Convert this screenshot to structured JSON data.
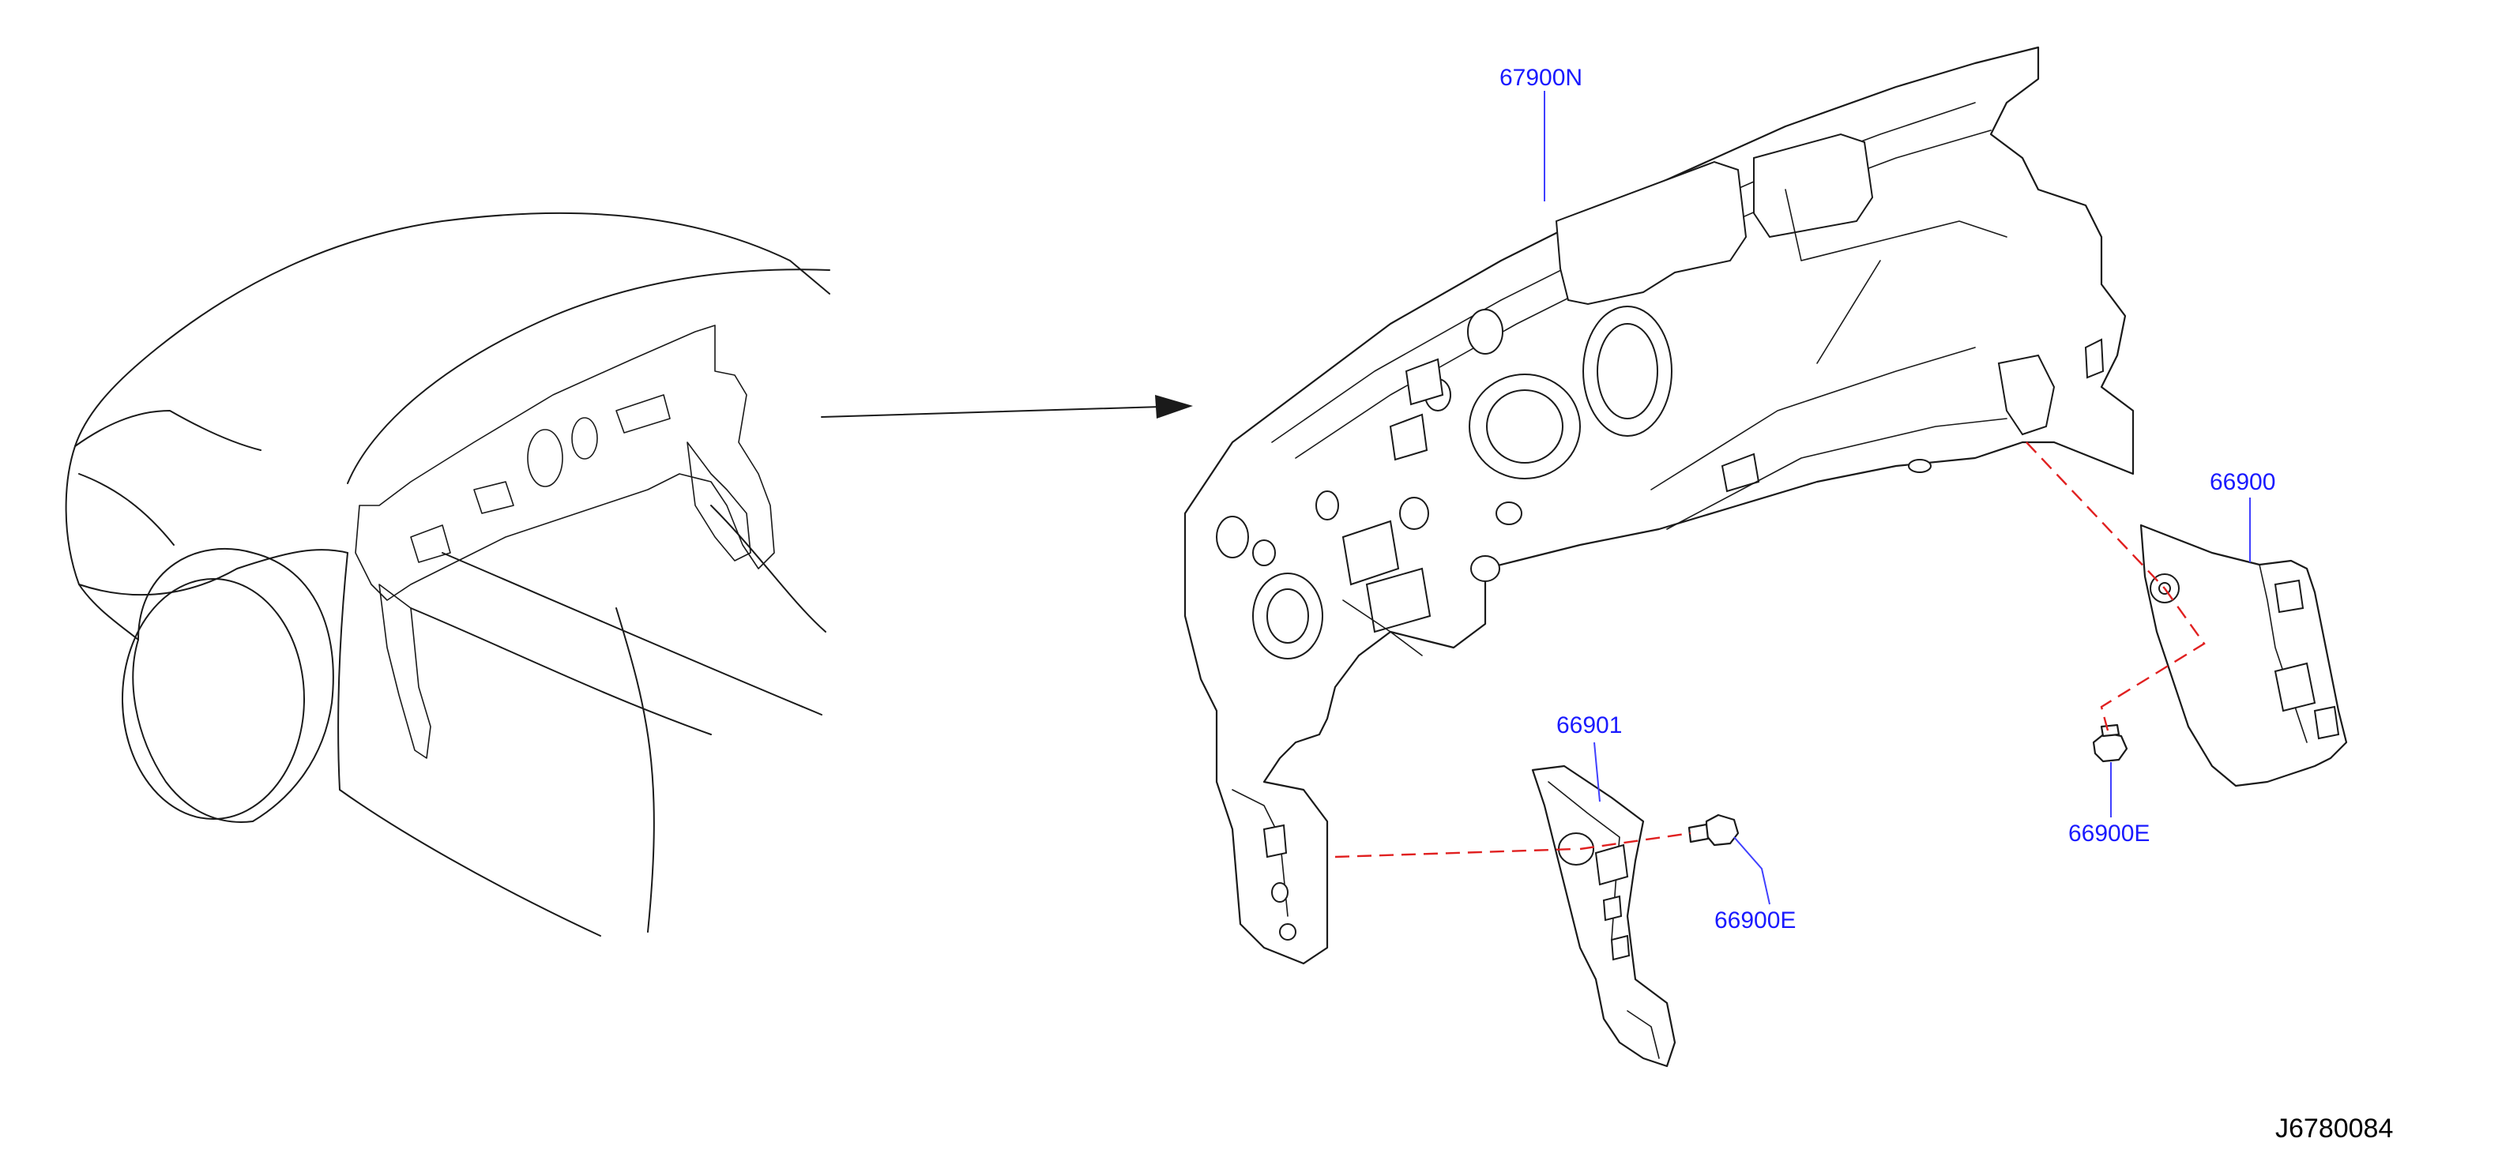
{
  "labels": {
    "insulator": "67900N",
    "rh_side": "66900",
    "lh_side": "66901",
    "clip_upper": "66900E",
    "clip_lower": "66900E"
  },
  "drawing_code": "J6780084",
  "colors": {
    "label": "#1a1aff",
    "leader": "#4040ff",
    "dashed_line": "#e02020",
    "line_art": "#1a1a1a"
  }
}
